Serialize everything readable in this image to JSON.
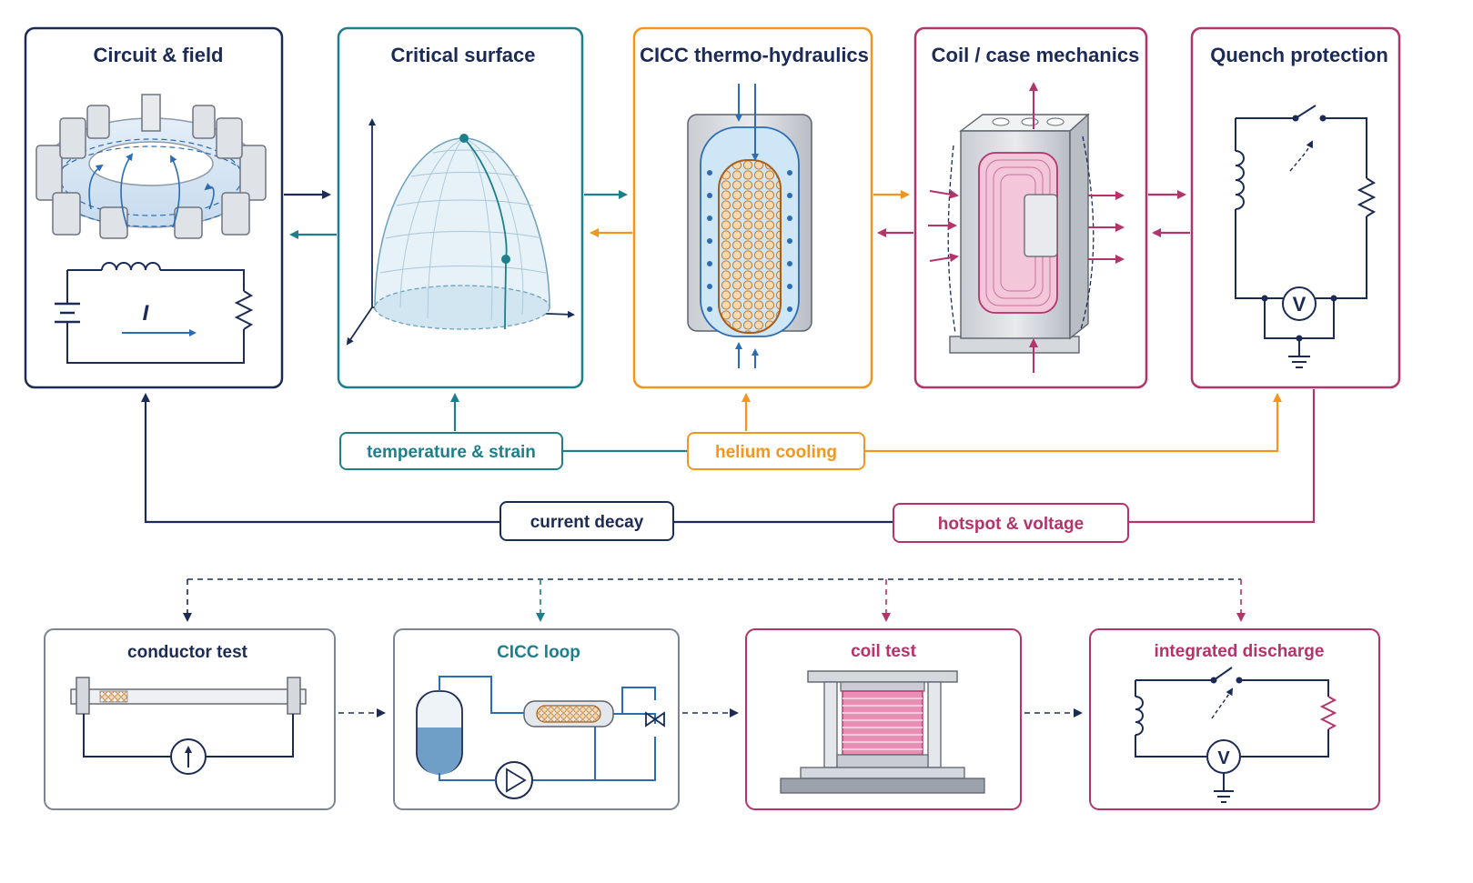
{
  "panels": {
    "circuit": {
      "title": "Circuit & field",
      "current_symbol": "I"
    },
    "critical": {
      "title": "Critical surface"
    },
    "cicc": {
      "title": "CICC thermo-hydraulics"
    },
    "coil": {
      "title": "Coil / case mechanics"
    },
    "quench": {
      "title": "Quench protection",
      "voltmeter_symbol": "V"
    }
  },
  "feedback_labels": {
    "temperature_strain": "temperature & strain",
    "helium_cooling": "helium cooling",
    "current_decay": "current decay",
    "hotspot_voltage": "hotspot & voltage"
  },
  "test_stages": [
    {
      "title": "conductor test"
    },
    {
      "title": "CICC loop"
    },
    {
      "title": "coil test"
    },
    {
      "title": "integrated discharge",
      "voltmeter_symbol": "V"
    }
  ],
  "colors": {
    "navy": "#1c2b55",
    "teal": "#1d7f8c",
    "orange": "#f2961e",
    "magenta": "#b3336b",
    "slate": "#7a8595",
    "blue": "#2a6db5"
  }
}
